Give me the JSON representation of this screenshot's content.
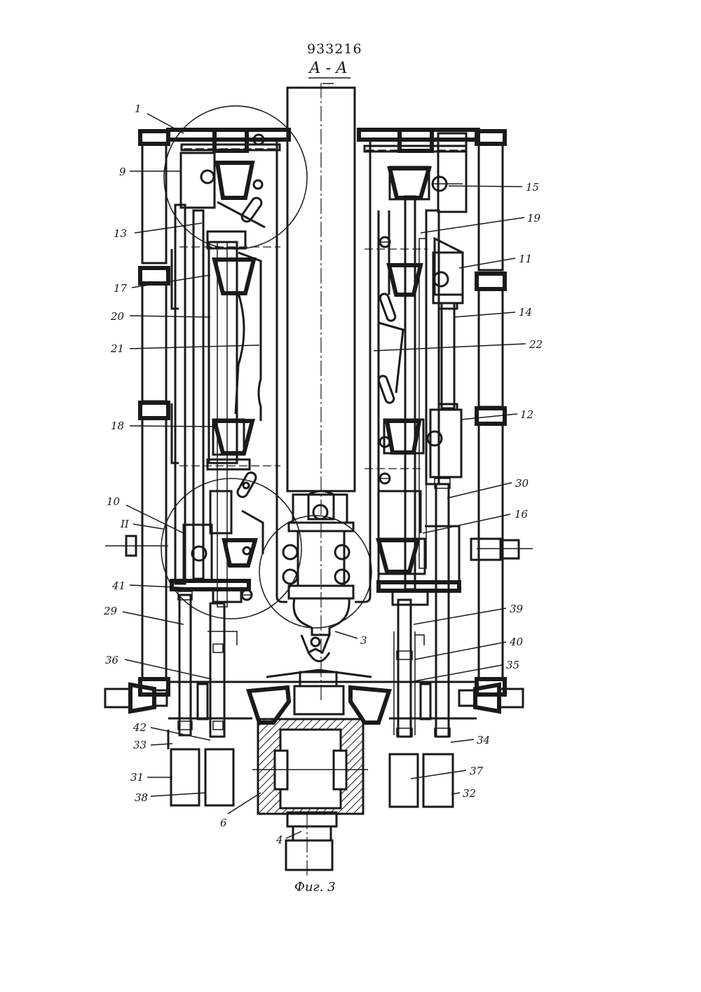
{
  "document": {
    "patent_number": "933216",
    "section_label": "А - А",
    "figure_caption": "Фиг. 3"
  },
  "callouts": [
    {
      "id": "1",
      "text": "1"
    },
    {
      "id": "9",
      "text": "9"
    },
    {
      "id": "13",
      "text": "13"
    },
    {
      "id": "17",
      "text": "17"
    },
    {
      "id": "20",
      "text": "20"
    },
    {
      "id": "21",
      "text": "21"
    },
    {
      "id": "18",
      "text": "18"
    },
    {
      "id": "10",
      "text": "10"
    },
    {
      "id": "II",
      "text": "II"
    },
    {
      "id": "41",
      "text": "41"
    },
    {
      "id": "29",
      "text": "29"
    },
    {
      "id": "36",
      "text": "36"
    },
    {
      "id": "42",
      "text": "42"
    },
    {
      "id": "33",
      "text": "33"
    },
    {
      "id": "31",
      "text": "31"
    },
    {
      "id": "38",
      "text": "38"
    },
    {
      "id": "6",
      "text": "6"
    },
    {
      "id": "4",
      "text": "4"
    },
    {
      "id": "3",
      "text": "3"
    },
    {
      "id": "15",
      "text": "15"
    },
    {
      "id": "19",
      "text": "19"
    },
    {
      "id": "11",
      "text": "11"
    },
    {
      "id": "14",
      "text": "14"
    },
    {
      "id": "22",
      "text": "22"
    },
    {
      "id": "12",
      "text": "12"
    },
    {
      "id": "30",
      "text": "30"
    },
    {
      "id": "16",
      "text": "16"
    },
    {
      "id": "39",
      "text": "39"
    },
    {
      "id": "40",
      "text": "40"
    },
    {
      "id": "35",
      "text": "35"
    },
    {
      "id": "34",
      "text": "34"
    },
    {
      "id": "37",
      "text": "37"
    },
    {
      "id": "32",
      "text": "32"
    }
  ]
}
